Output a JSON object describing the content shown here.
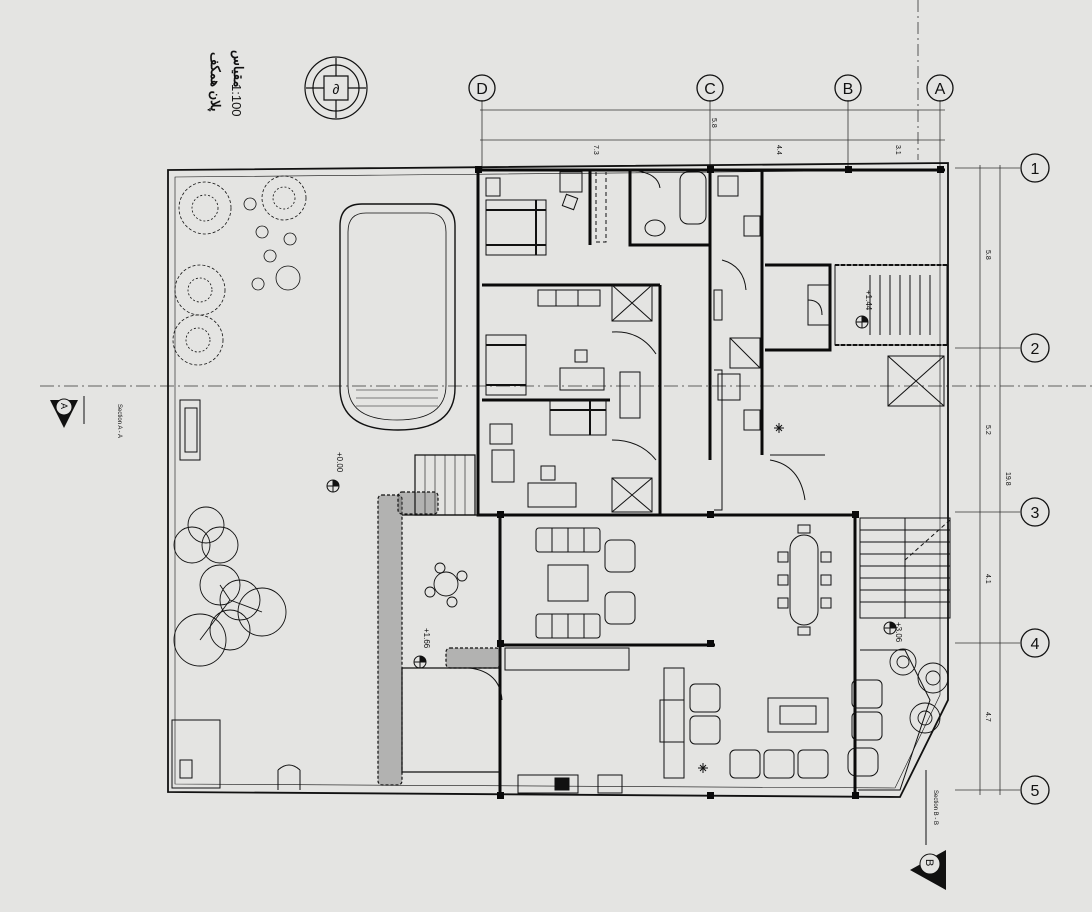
{
  "title": "پلان همکف",
  "scale": "1:100",
  "scale_label": "مقیاس",
  "grid_letters": [
    "A",
    "B",
    "C",
    "D"
  ],
  "grid_numbers": [
    "1",
    "2",
    "3",
    "4",
    "5"
  ],
  "dims_top": {
    "total_partial": "5.8",
    "seg_ab": "3.1",
    "seg_bc": "4.4",
    "seg_cd": "7.3"
  },
  "dims_right": {
    "seg_12": "5.8",
    "seg_23": "5.2",
    "seg_34": "4.1",
    "seg_45": "4.7",
    "total": "19.8"
  },
  "levels": {
    "yard": "+0.00",
    "terrace": "+1.66",
    "stair_landing": "+1.44",
    "dining": "+3.06"
  },
  "sections": {
    "a_marker": "A",
    "a_label": "Section  A - A",
    "b_marker": "B",
    "b_label": "Section  B - B"
  },
  "colors": {
    "paper": "#e4e4e2",
    "ink": "#111111",
    "wall": "#0a0a0a"
  }
}
